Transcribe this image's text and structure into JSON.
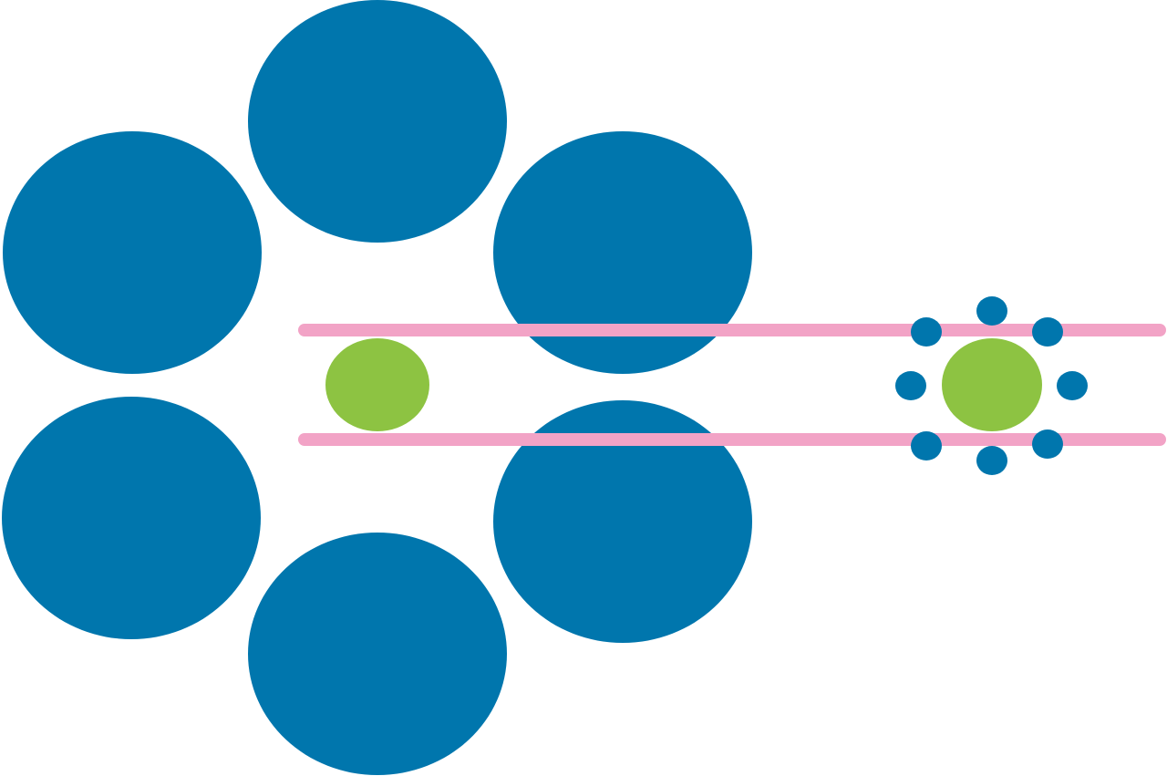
{
  "colors": {
    "background": "#ffffff",
    "large_circle": "#0076ad",
    "small_circle": "#0076ad",
    "center_circle": "#8dc342",
    "guide_line": "#f2a3c6"
  },
  "groups": [
    {
      "name": "large-surround",
      "surround_count": 6,
      "surround_size": "large"
    },
    {
      "name": "small-surround",
      "surround_count": 8,
      "surround_size": "small"
    }
  ],
  "guide_line_count": 2
}
